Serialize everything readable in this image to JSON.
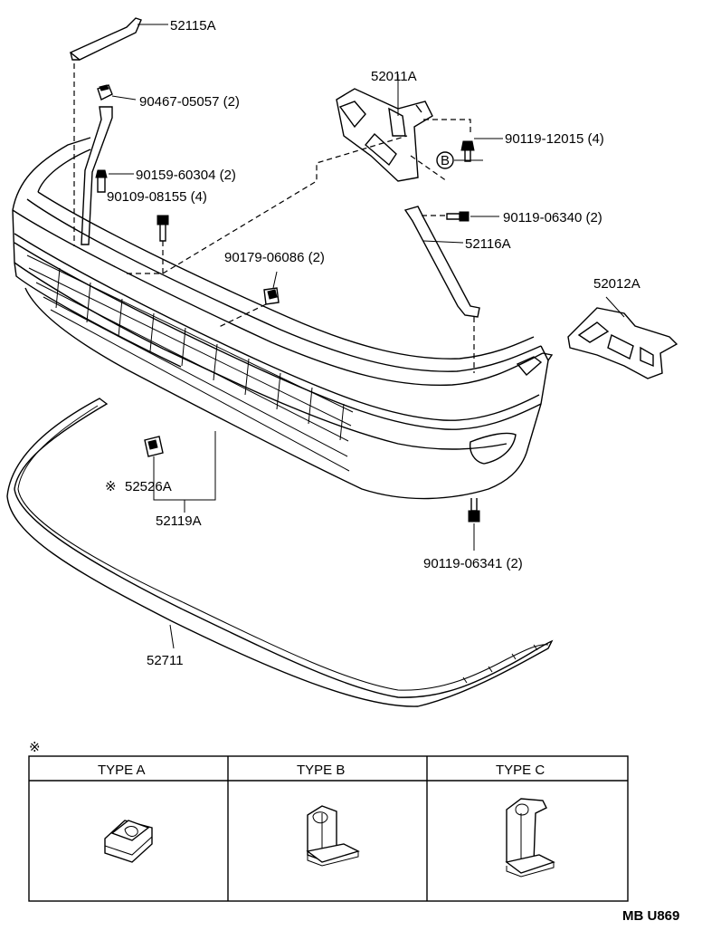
{
  "diagram_id": "MB U869",
  "callouts": {
    "p52115A": "52115A",
    "p90467": "90467-05057 (2)",
    "p52011A": "52011A",
    "p90119_12015": "90119-12015 (4)",
    "pB": "B",
    "p90159": "90159-60304 (2)",
    "p90109": "90109-08155 (4)",
    "p90119_06340": "90119-06340 (2)",
    "p90179": "90179-06086 (2)",
    "p52116A": "52116A",
    "p52012A": "52012A",
    "p52526A_mark": "※",
    "p52526A": "52526A",
    "p52119A": "52119A",
    "p90119_06341": "90119-06341 (2)",
    "p52711": "52711"
  },
  "legend": {
    "note_mark": "※",
    "headers": [
      "TYPE  A",
      "TYPE  B",
      "TYPE  C"
    ]
  }
}
